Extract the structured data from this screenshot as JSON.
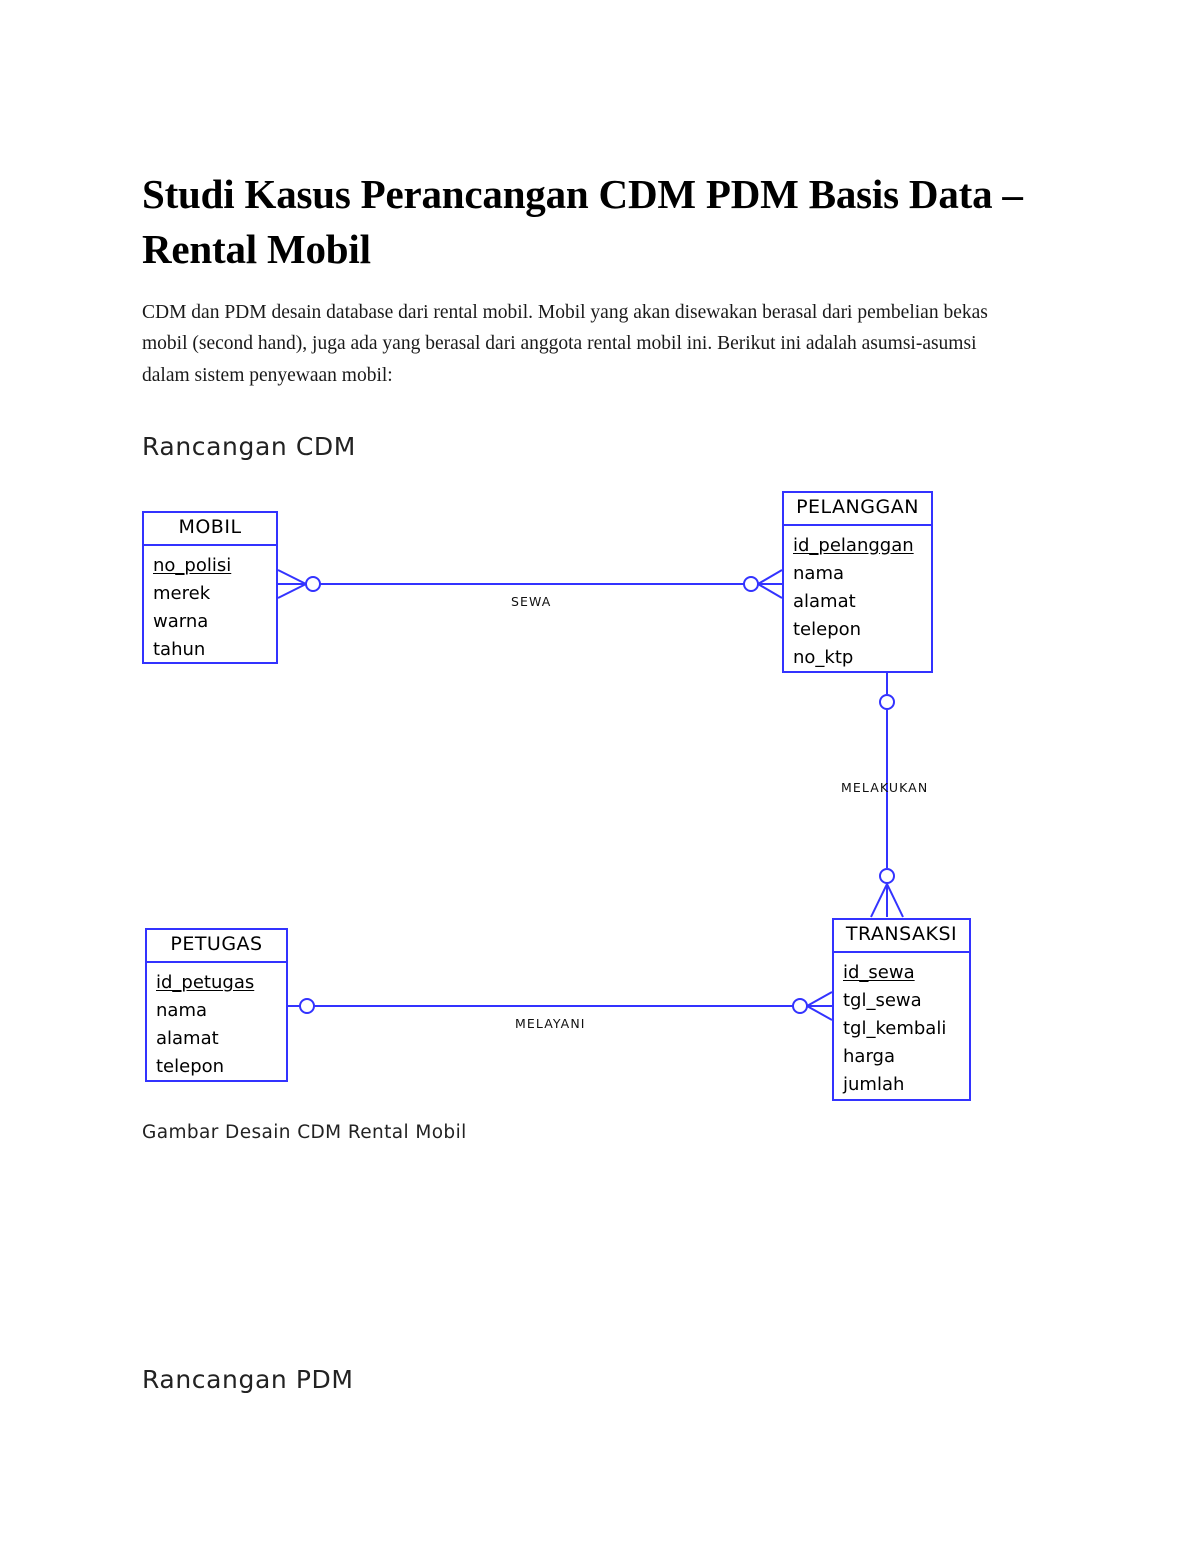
{
  "document": {
    "title": "Studi Kasus Perancangan CDM PDM Basis Data – Rental Mobil",
    "paragraph": "CDM dan PDM desain database dari rental mobil. Mobil yang akan disewakan berasal dari pembelian bekas mobil (second hand), juga ada yang berasal dari anggota rental mobil ini. Berikut ini adalah asumsi-asumsi dalam sistem penyewaan mobil:",
    "heading_cdm": "Rancangan CDM",
    "heading_pdm": "Rancangan PDM",
    "figure_caption": "Gambar Desain CDM Rental Mobil"
  },
  "colors": {
    "entity_border": "#3333ff",
    "connector": "#3333ff",
    "text": "#000000",
    "page_background": "#ffffff"
  },
  "diagram": {
    "type": "entity-relationship",
    "notation": "crow's foot",
    "entities": [
      {
        "id": "mobil",
        "name": "MOBIL",
        "attributes": [
          {
            "label": "no_polisi",
            "key": true
          },
          {
            "label": "merek",
            "key": false
          },
          {
            "label": "warna",
            "key": false
          },
          {
            "label": "tahun",
            "key": false
          }
        ]
      },
      {
        "id": "pelanggan",
        "name": "PELANGGAN",
        "attributes": [
          {
            "label": "id_pelanggan",
            "key": true
          },
          {
            "label": "nama",
            "key": false
          },
          {
            "label": "alamat",
            "key": false
          },
          {
            "label": "telepon",
            "key": false
          },
          {
            "label": "no_ktp",
            "key": false
          }
        ]
      },
      {
        "id": "petugas",
        "name": "PETUGAS",
        "attributes": [
          {
            "label": "id_petugas",
            "key": true
          },
          {
            "label": "nama",
            "key": false
          },
          {
            "label": "alamat",
            "key": false
          },
          {
            "label": "telepon",
            "key": false
          }
        ]
      },
      {
        "id": "transaksi",
        "name": "TRANSAKSI",
        "attributes": [
          {
            "label": "id_sewa",
            "key": true
          },
          {
            "label": "tgl_sewa",
            "key": false
          },
          {
            "label": "tgl_kembali",
            "key": false
          },
          {
            "label": "harga",
            "key": false
          },
          {
            "label": "jumlah",
            "key": false
          }
        ]
      }
    ],
    "relationships": [
      {
        "id": "sewa",
        "label": "SEWA",
        "from": "MOBIL",
        "to": "PELANGGAN",
        "from_cardinality": "zero-or-many",
        "to_cardinality": "zero-or-many"
      },
      {
        "id": "melakukan",
        "label": "MELAKUKAN",
        "from": "PELANGGAN",
        "to": "TRANSAKSI",
        "from_cardinality": "zero-or-one",
        "to_cardinality": "zero-or-many"
      },
      {
        "id": "melayani",
        "label": "MELAYANI",
        "from": "PETUGAS",
        "to": "TRANSAKSI",
        "from_cardinality": "zero-or-one",
        "to_cardinality": "zero-or-many"
      }
    ]
  }
}
